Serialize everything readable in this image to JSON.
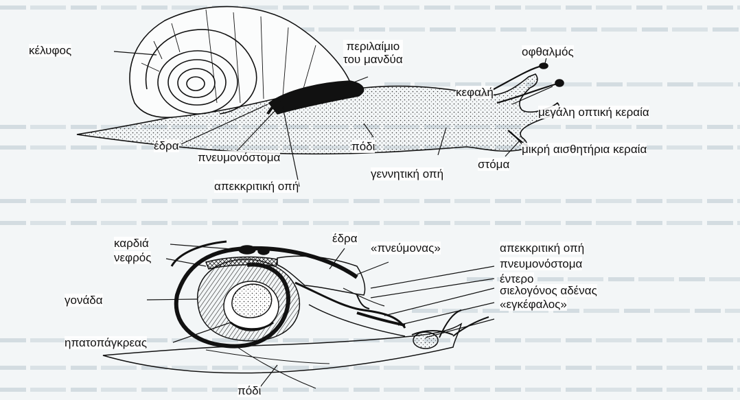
{
  "colors": {
    "ink": "#111111",
    "paper": "#f3f6f7",
    "background_text": "#b9c6cf"
  },
  "external_view": {
    "labels": {
      "shell": "κέλυφος",
      "mantle_collar": "περιλαίμιο\nτου μανδύα",
      "eye": "οφθαλμός",
      "head": "κεφαλή",
      "large_optic_tentacle": "μεγάλη οπτική κεραία",
      "anus": "έδρα",
      "foot": "πόδι",
      "pneumostome": "πνευμονόστομα",
      "small_sensory_tentacle": "μικρή αισθητήρια κεραία",
      "mouth": "στόμα",
      "genital_opening": "γεννητική οπή",
      "excretory_opening": "απεκκριτική οπή"
    }
  },
  "internal_view": {
    "labels": {
      "heart": "καρδιά",
      "anus": "έδρα",
      "lung": "«πνεύμονας»",
      "excretory_opening": "απεκκριτική οπή",
      "kidney": "νεφρός",
      "pneumostome": "πνευμονόστομα",
      "intestine": "έντερο",
      "salivary_gland": "σιελογόνος αδένας",
      "gonad": "γονάδα",
      "brain": "«εγκέφαλος»",
      "hepatopancreas": "ηπατοπάγκρεας",
      "foot": "πόδι"
    }
  }
}
